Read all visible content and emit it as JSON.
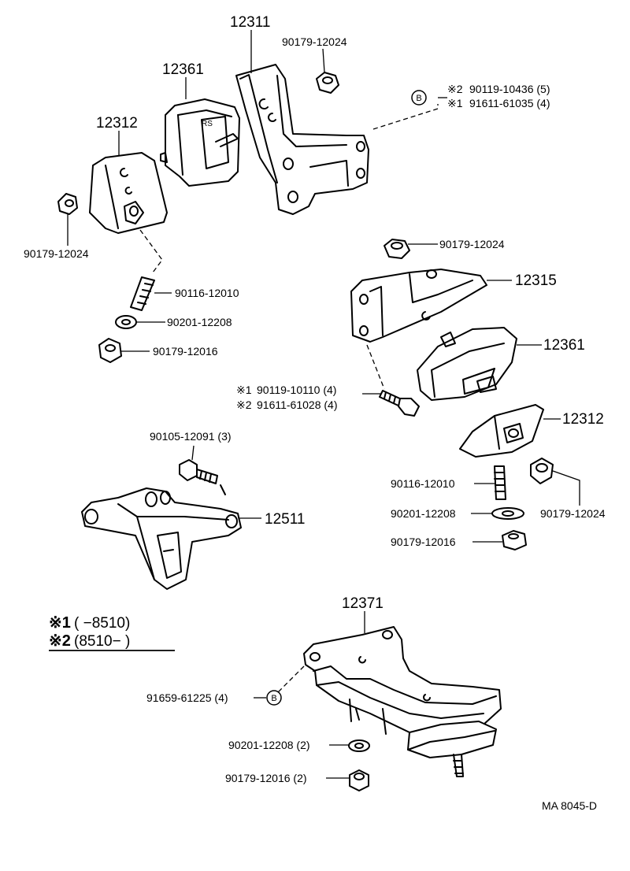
{
  "parts": {
    "p12311": "12311",
    "p90179_top": "90179-12024",
    "p12361_top": "12361",
    "p12312_top": "12312",
    "p90179_left": "90179-12024",
    "b_mark_1": "B",
    "note1_mark": "※2",
    "note1_text": "90119-10436 (5)",
    "note2_mark": "※1",
    "note2_text": "91611-61035 (4)",
    "p90116_left": "90116-12010",
    "p90201_left": "90201-12208",
    "p90179_left2": "90179-12016",
    "p90179_right": "90179-12024",
    "p12315": "12315",
    "p12361_right": "12361",
    "bolt1_mark": "※1",
    "bolt1_text": "90119-10110 (4)",
    "bolt2_mark": "※2",
    "bolt2_text": "91611-61028 (4)",
    "p12312_right": "12312",
    "p90105": "90105-12091 (3)",
    "p12511": "12511",
    "p90116_right": "90116-12010",
    "p90201_right": "90201-12208",
    "p90179_right2": "90179-12024",
    "p90179_right3": "90179-12016",
    "p12371": "12371",
    "p91659": "91659-61225 (4)",
    "b_mark_2": "B",
    "p90201_bottom": "90201-12208 (2)",
    "p90179_bottom": "90179-12016 (2)"
  },
  "legend": {
    "row1_mark": "※1",
    "row1_text": "(      −8510)",
    "row2_mark": "※2",
    "row2_text": "(8510−       )"
  },
  "footer": {
    "code": "MA  8045-D"
  }
}
